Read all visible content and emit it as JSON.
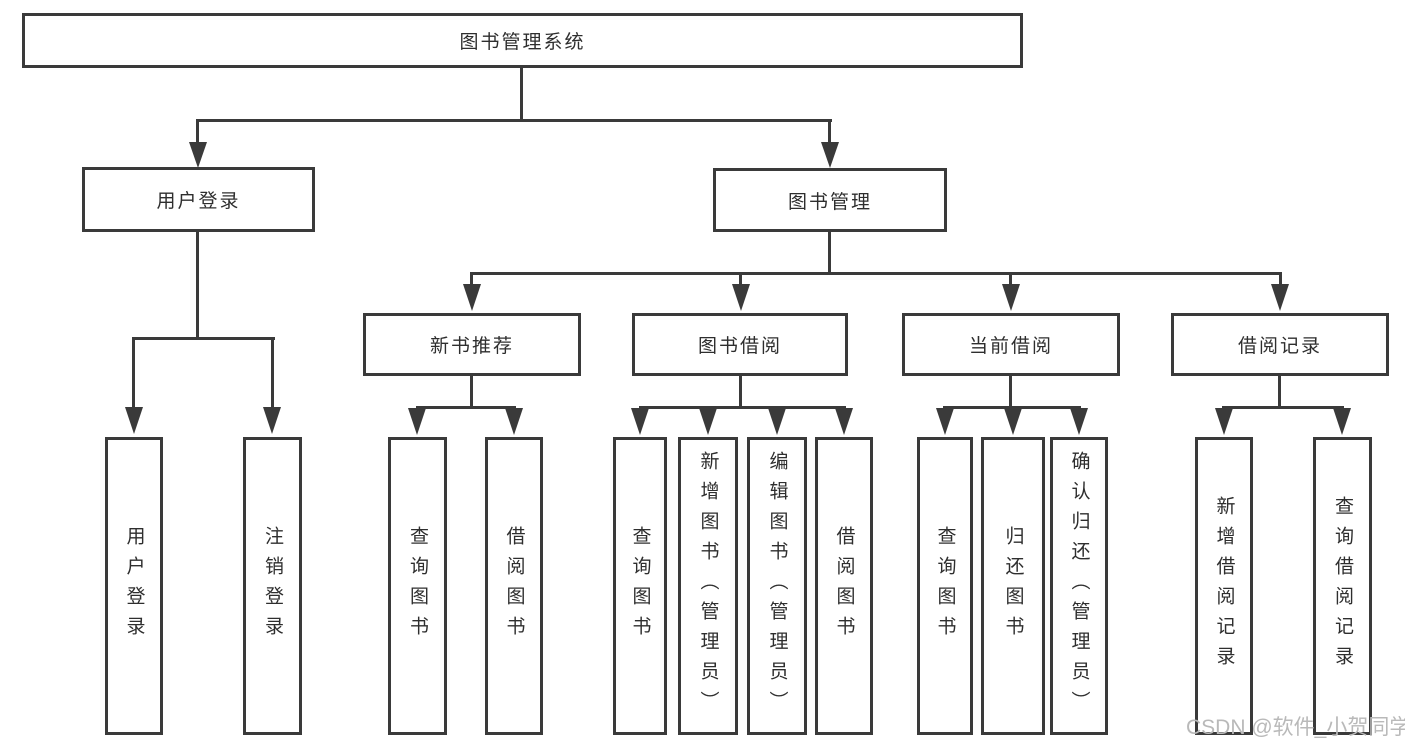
{
  "tree": {
    "root": {
      "label": "图书管理系统"
    },
    "branches": [
      {
        "label": "用户登录",
        "children": [
          {
            "label": "用户登录"
          },
          {
            "label": "注销登录"
          }
        ]
      },
      {
        "label": "图书管理",
        "sections": [
          {
            "label": "新书推荐",
            "children": [
              {
                "label": "查询图书"
              },
              {
                "label": "借阅图书"
              }
            ]
          },
          {
            "label": "图书借阅",
            "children": [
              {
                "label": "查询图书"
              },
              {
                "label": "新增图书（管理员）"
              },
              {
                "label": "编辑图书（管理员）"
              },
              {
                "label": "借阅图书"
              }
            ]
          },
          {
            "label": "当前借阅",
            "children": [
              {
                "label": "查询图书"
              },
              {
                "label": "归还图书"
              },
              {
                "label": "确认归还（管理员）"
              }
            ]
          },
          {
            "label": "借阅记录",
            "children": [
              {
                "label": "新增借阅记录"
              },
              {
                "label": "查询借阅记录"
              }
            ]
          }
        ]
      }
    ]
  },
  "watermark": {
    "text": "CSDN @软件_小贺同学"
  },
  "colors": {
    "line": "#3a3a3a",
    "text": "#2e2e2e",
    "background": "#ffffff",
    "watermark": "#b9b9b9"
  }
}
